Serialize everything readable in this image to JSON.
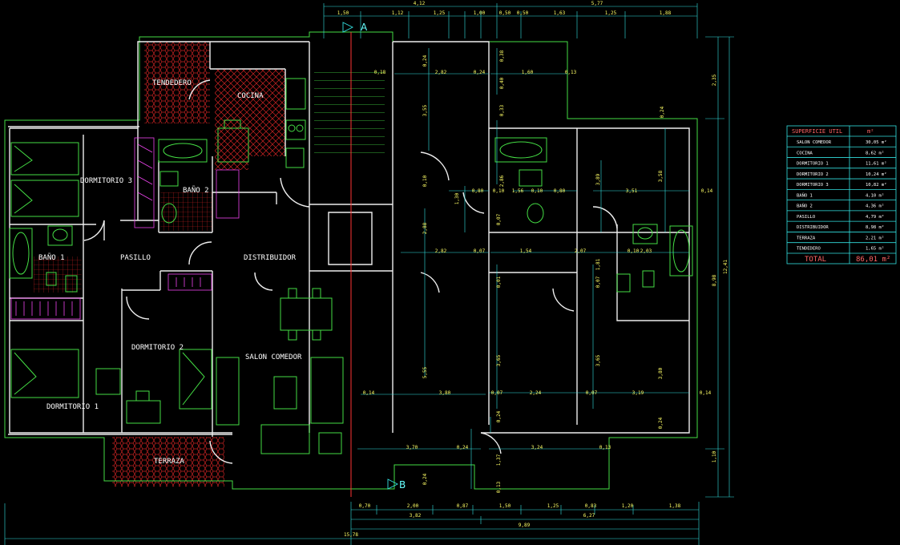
{
  "plan": {
    "rooms": {
      "tendedero": "TENDEDERO",
      "cocina": "COCINA",
      "dormitorio3": "DORMITORIO 3",
      "bano2": "BAÑO 2",
      "bano1": "BAÑO 1",
      "pasillo": "PASILLO",
      "distribuidor": "DISTRIBUIDOR",
      "dormitorio2": "DORMITORIO 2",
      "salon": "SALON COMEDOR",
      "dormitorio1": "DORMITORIO 1",
      "terraza": "TERRAZA"
    },
    "section_marks": {
      "a": "A",
      "b": "B"
    },
    "top_dims_outer": [
      "4,12",
      "5,77"
    ],
    "top_dims_inner": [
      "1,50",
      "1,12",
      "1,25",
      "1,00",
      "0,50",
      "0,50",
      "1,63",
      "1,25",
      "1,88"
    ],
    "bottom_dims_row1": [
      "0,70",
      "2,00",
      "0,87",
      "1,50",
      "1,25",
      "0,83",
      "1,20",
      "1,38"
    ],
    "bottom_dims_row2": [
      "3,82",
      "6,27"
    ],
    "bottom_dims_row3": [
      "9,89"
    ],
    "bottom_dims_row4": [
      "15,78"
    ],
    "right_dims_outer": [
      "12,41"
    ],
    "right_dims_inner": [
      "2,35",
      "8,98",
      "1,10"
    ],
    "interior_dims": {
      "d_018": "0,18",
      "d_282a": "2,82",
      "d_024a": "0,24",
      "d_024b": "0,24",
      "d_038": "0,38",
      "d_160": "1,60",
      "d_013a": "0,13",
      "d_355": "3,55",
      "d_024c": "0,24",
      "d_040": "0,40",
      "d_033": "0,33",
      "d_086": "2,86",
      "d_389": "3,89",
      "d_358": "3,58",
      "d_130": "1,30",
      "d_080": "0,80",
      "d_010a": "0,10",
      "d_156": "1,56",
      "d_010b": "0,10",
      "d_080b": "0,80",
      "d_351": "3,51",
      "d_014a": "0,14",
      "d_010c": "0,10",
      "d_007a": "0,07",
      "d_288": "2,88",
      "d_282b": "2,82",
      "d_007b": "0,07",
      "d_154": "1,54",
      "d_207": "2,07",
      "d_010d": "0,10",
      "d_203": "2,03",
      "d_001": "0,01",
      "d_007c": "0,07",
      "d_181": "1,81",
      "d_555": "5,55",
      "d_365a": "3,65",
      "d_365b": "3,65",
      "d_380": "3,80",
      "d_014b": "0,14",
      "d_380b": "3,80",
      "d_007d": "0,07",
      "d_224": "2,24",
      "d_007e": "0,07",
      "d_319": "3,19",
      "d_014c": "0,14",
      "d_024d": "0,24",
      "d_024e": "0,24",
      "d_324": "3,24",
      "d_013b": "0,13",
      "d_370": "3,70",
      "d_024f": "0,24",
      "d_137": "1,37",
      "d_024g": "0,24",
      "d_013c": "0,13"
    }
  },
  "surface_table": {
    "header_label": "SUPERFICIE UTIL",
    "header_unit": "m²",
    "rows": [
      {
        "name": "SALON COMEDOR",
        "value": "30,05 m²"
      },
      {
        "name": "COCINA",
        "value": "8,62 m²"
      },
      {
        "name": "DORMITORIO 1",
        "value": "11,61 m²"
      },
      {
        "name": "DORMITORIO 2",
        "value": "10,24 m²"
      },
      {
        "name": "DORMITORIO 3",
        "value": "10,82 m²"
      },
      {
        "name": "BAÑO 1",
        "value": "4,10 m²"
      },
      {
        "name": "BAÑO 2",
        "value": "4,36 m²"
      },
      {
        "name": "PASILLO",
        "value": "4,79 m²"
      },
      {
        "name": "DISTRIBUIDOR",
        "value": "8,98 m²"
      },
      {
        "name": "TERRAZA",
        "value": "2,21 m²"
      },
      {
        "name": "TENDEDERO",
        "value": "1,65 m²"
      }
    ],
    "total_label": "TOTAL",
    "total_value": "86,01 m²"
  },
  "colors": {
    "background": "#000000",
    "walls": "#eeeeee",
    "dimension_lines": "#33e0e0",
    "dimension_text": "#ffff66",
    "furniture": "#44dd44",
    "hatch": "#cc2222",
    "section_line": "#ff3333",
    "table_header": "#ff6666"
  }
}
